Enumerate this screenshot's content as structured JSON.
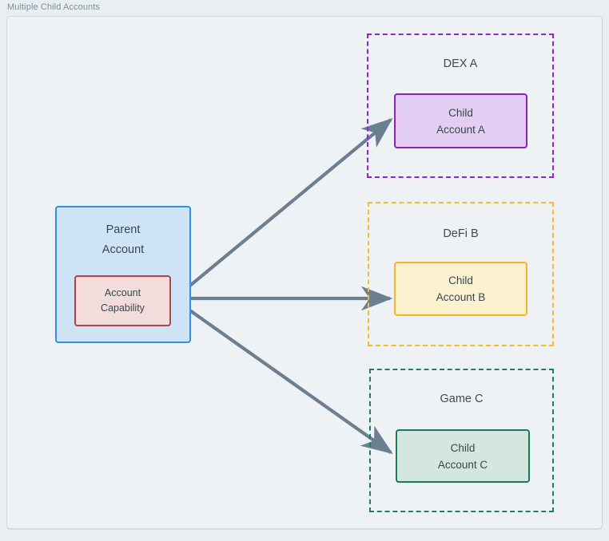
{
  "diagram": {
    "title": "Multiple Child Accounts",
    "colors": {
      "canvas_outside": "#e9eef2",
      "canvas_inside": "#eef2f5",
      "frame_border": "#cfd9e0",
      "title_text": "#78909c",
      "node_text": "#37474f",
      "arrow": "#6c7f91",
      "parent_fill": "#cfe3f7",
      "parent_border": "#2f90e8",
      "capability_fill": "#f3dcdc",
      "capability_border": "#b14444",
      "dex_border": "#9123d4",
      "child_a_fill": "#e4cdf3",
      "child_a_border": "#8d1fc9",
      "defi_border": "#f7bc2b",
      "child_b_fill": "#fdf2cf",
      "child_b_border": "#f5b728",
      "game_border": "#1e8063",
      "child_c_fill": "#d4e7de",
      "child_c_border": "#1b7a5d"
    },
    "parent": {
      "title_lines": [
        "Parent",
        "Account"
      ],
      "capability_lines": [
        "Account",
        "Capability"
      ]
    },
    "groups": [
      {
        "label": "DEX A",
        "child_lines": [
          "Child",
          "Account A"
        ]
      },
      {
        "label": "DeFi B",
        "child_lines": [
          "Child",
          "Account B"
        ]
      },
      {
        "label": "Game C",
        "child_lines": [
          "Child",
          "Account C"
        ]
      }
    ],
    "edges": [
      {
        "from": "Account Capability",
        "to": "Child Account A",
        "style": "solid-arrow"
      },
      {
        "from": "Account Capability",
        "to": "Child Account B",
        "style": "solid-arrow"
      },
      {
        "from": "Account Capability",
        "to": "Child Account C",
        "style": "solid-arrow"
      }
    ]
  }
}
